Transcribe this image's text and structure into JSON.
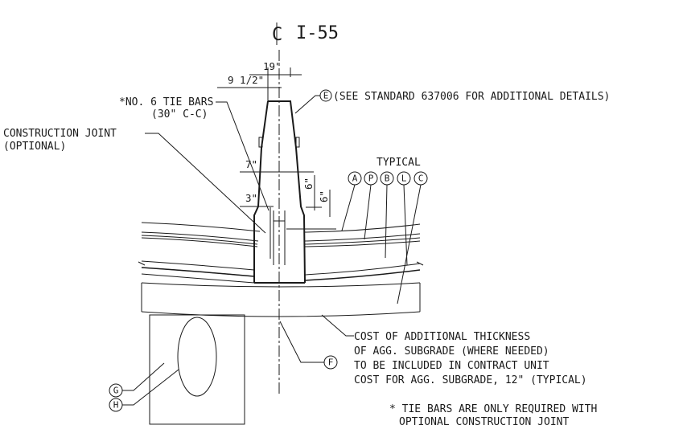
{
  "title": "I-55",
  "dimensions": {
    "d19": "19\"",
    "d9half": "9 1/2\"",
    "d7": "7\"",
    "d3": "3\"",
    "d6a": "6\"",
    "d6b": "6\""
  },
  "labels": {
    "tie_bars_line1": "*NO. 6 TIE BARS",
    "tie_bars_line2": "(30\" C-C)",
    "joint_line1": "CONSTRUCTION JOINT",
    "joint_line2": "(OPTIONAL)",
    "see_standard": "(SEE STANDARD 637006 FOR ADDITIONAL DETAILS)",
    "typical": "TYPICAL",
    "cost_line1": "COST OF ADDITIONAL THICKNESS",
    "cost_line2": "OF AGG. SUBGRADE (WHERE NEEDED)",
    "cost_line3": "TO BE INCLUDED IN CONTRACT UNIT",
    "cost_line4": "COST FOR AGG. SUBGRADE, 12\" (TYPICAL)",
    "note_line1": "* TIE BARS ARE ONLY REQUIRED WITH",
    "note_line2": "OPTIONAL CONSTRUCTION JOINT"
  },
  "callouts": {
    "E": "E",
    "A": "A",
    "P": "P",
    "B": "B",
    "L": "L",
    "C": "C",
    "F": "F",
    "G": "G",
    "H": "H"
  }
}
